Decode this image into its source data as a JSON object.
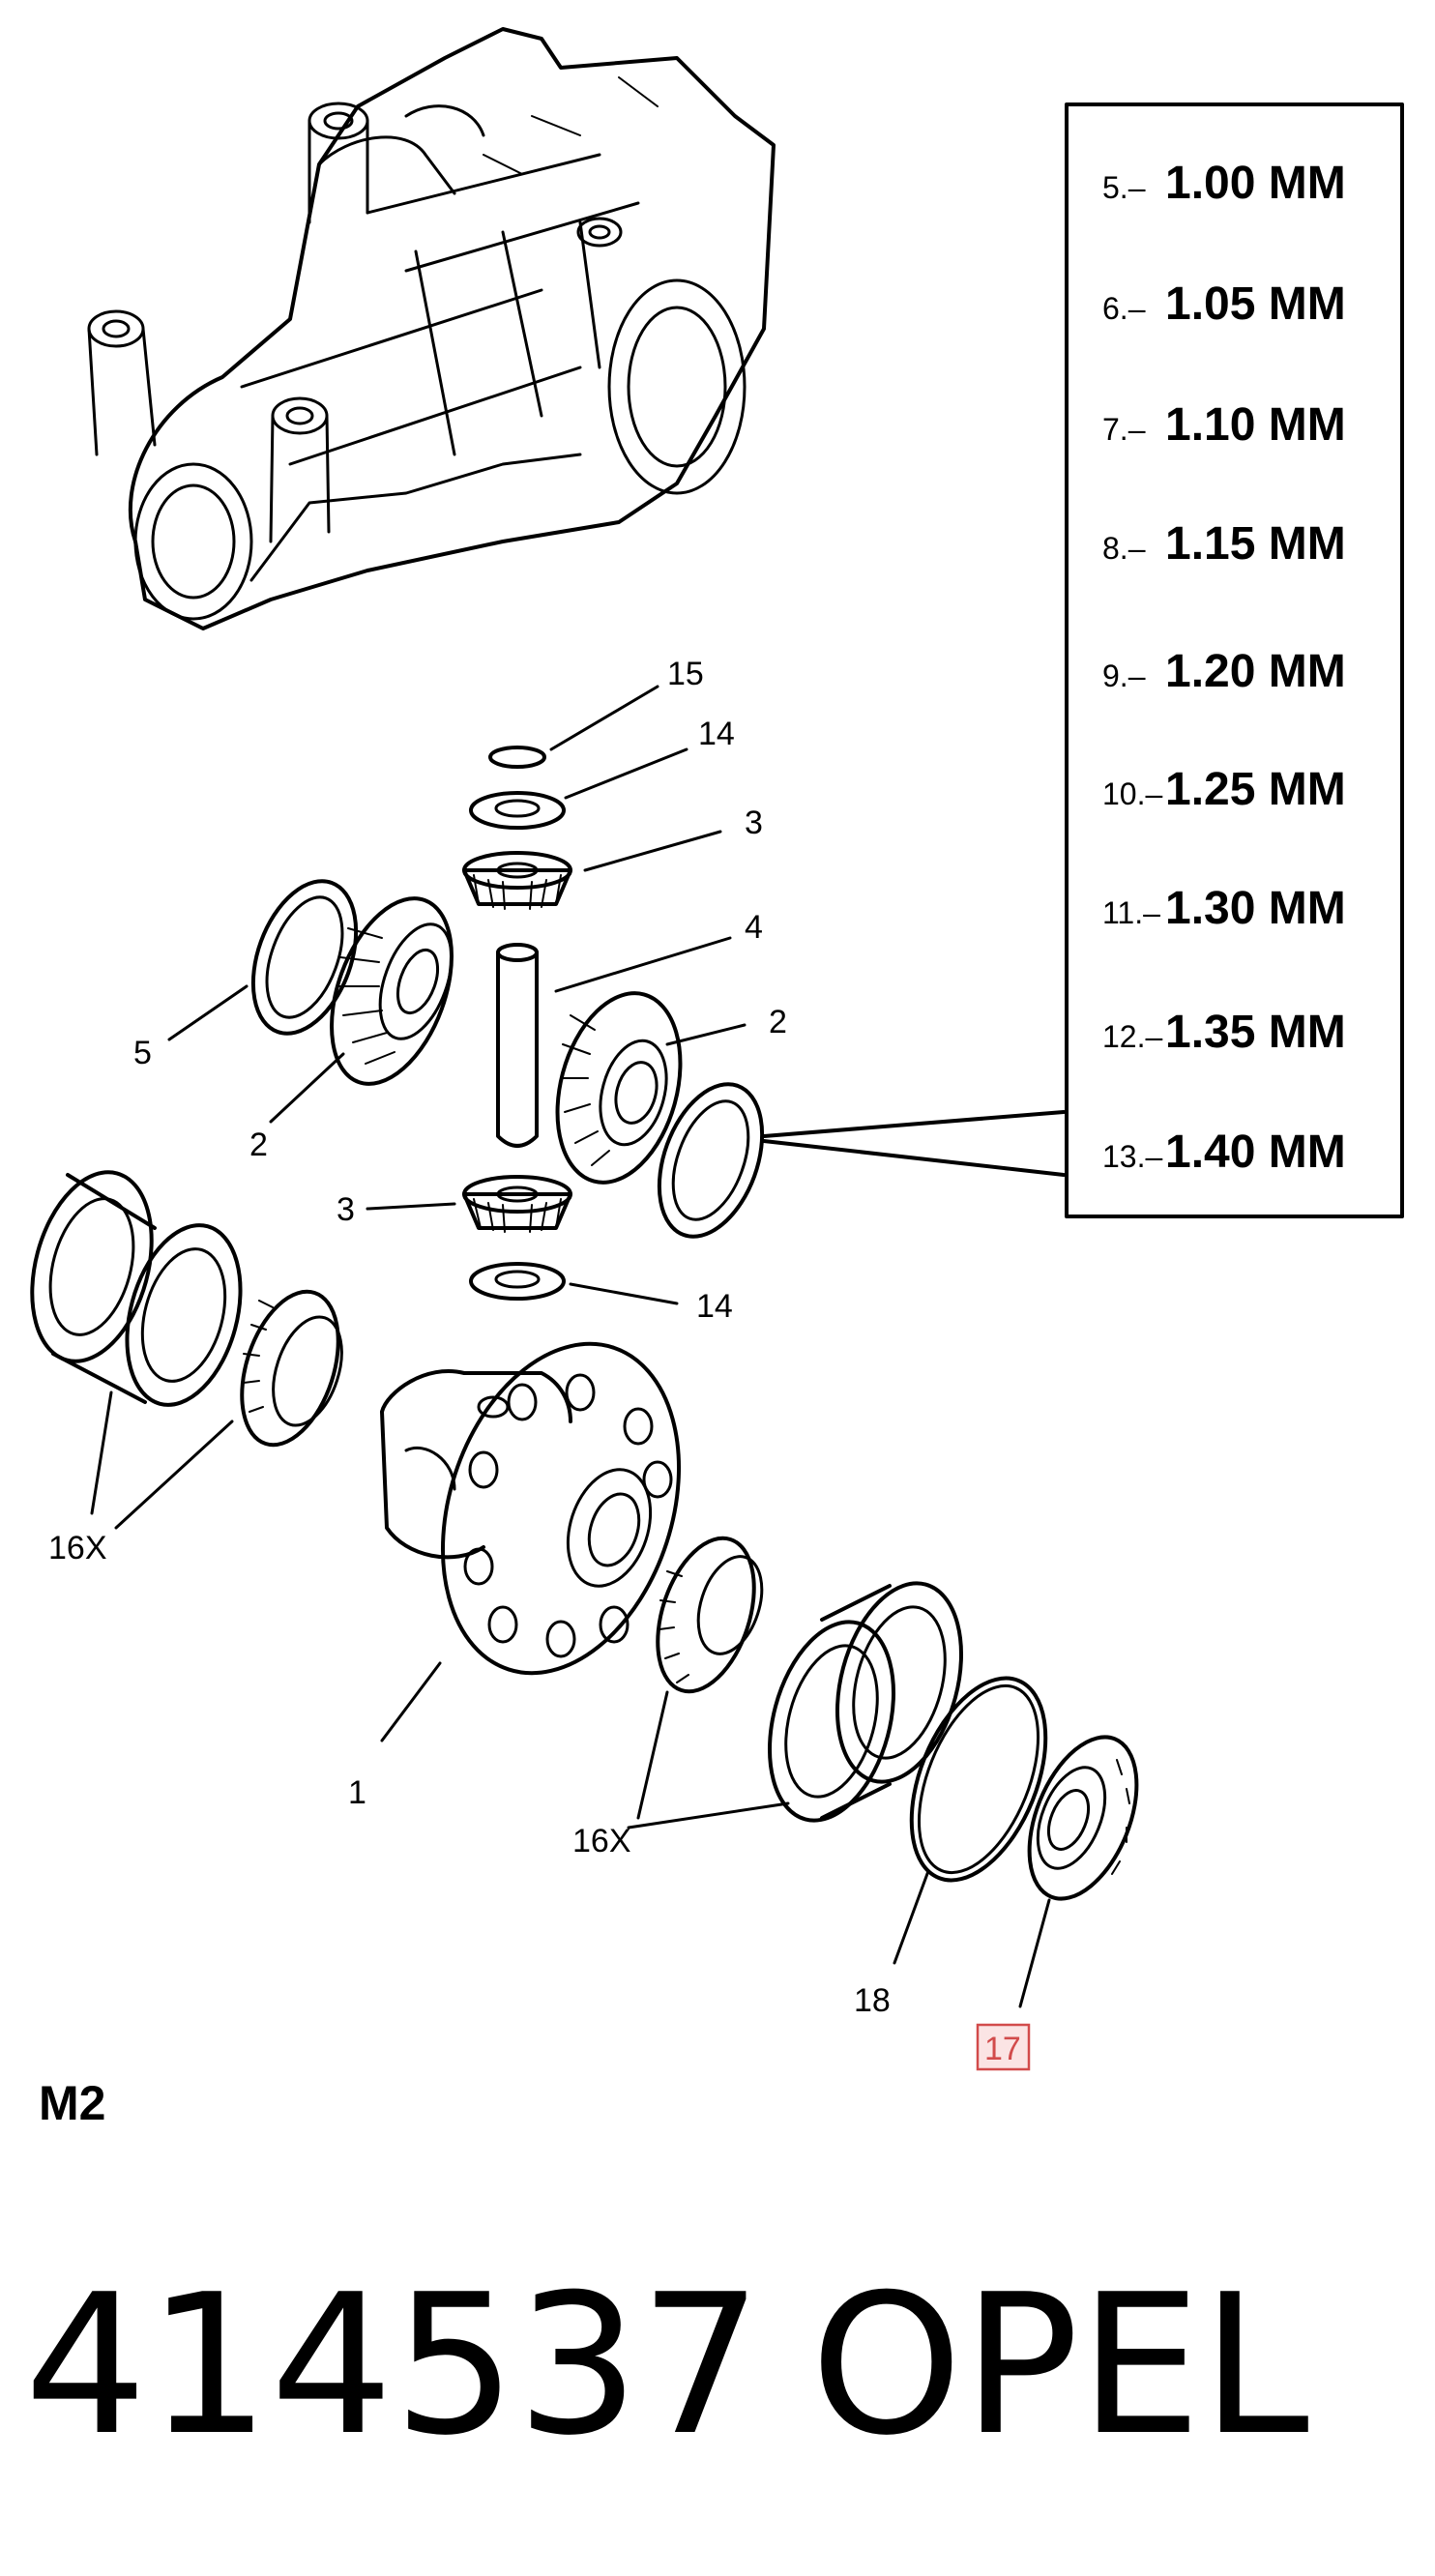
{
  "shim_table": [
    {
      "index": "5.–",
      "value": "1.00 MM"
    },
    {
      "index": "6.–",
      "value": "1.05 MM"
    },
    {
      "index": "7.–",
      "value": "1.10 MM"
    },
    {
      "index": "8.–",
      "value": "1.15 MM"
    },
    {
      "index": "9.–",
      "value": "1.20 MM"
    },
    {
      "index": "10.–",
      "value": "1.25 MM"
    },
    {
      "index": "11.–",
      "value": "1.30 MM"
    },
    {
      "index": "12.–",
      "value": "1.35 MM"
    },
    {
      "index": "13.–",
      "value": "1.40 MM"
    }
  ],
  "callouts": {
    "c15": "15",
    "c14_top": "14",
    "c3_top": "3",
    "c4": "4",
    "c2_right": "2",
    "c5": "5",
    "c2_left": "2",
    "c3_bottom": "3",
    "c14_bottom": "14",
    "c16x_left": "16X",
    "c1": "1",
    "c16x_bottom": "16X",
    "c18": "18",
    "c17": "17"
  },
  "diagram_code": "M2",
  "part_number": "414537",
  "brand": "OPEL",
  "colors": {
    "highlight": "#d24b4b"
  }
}
